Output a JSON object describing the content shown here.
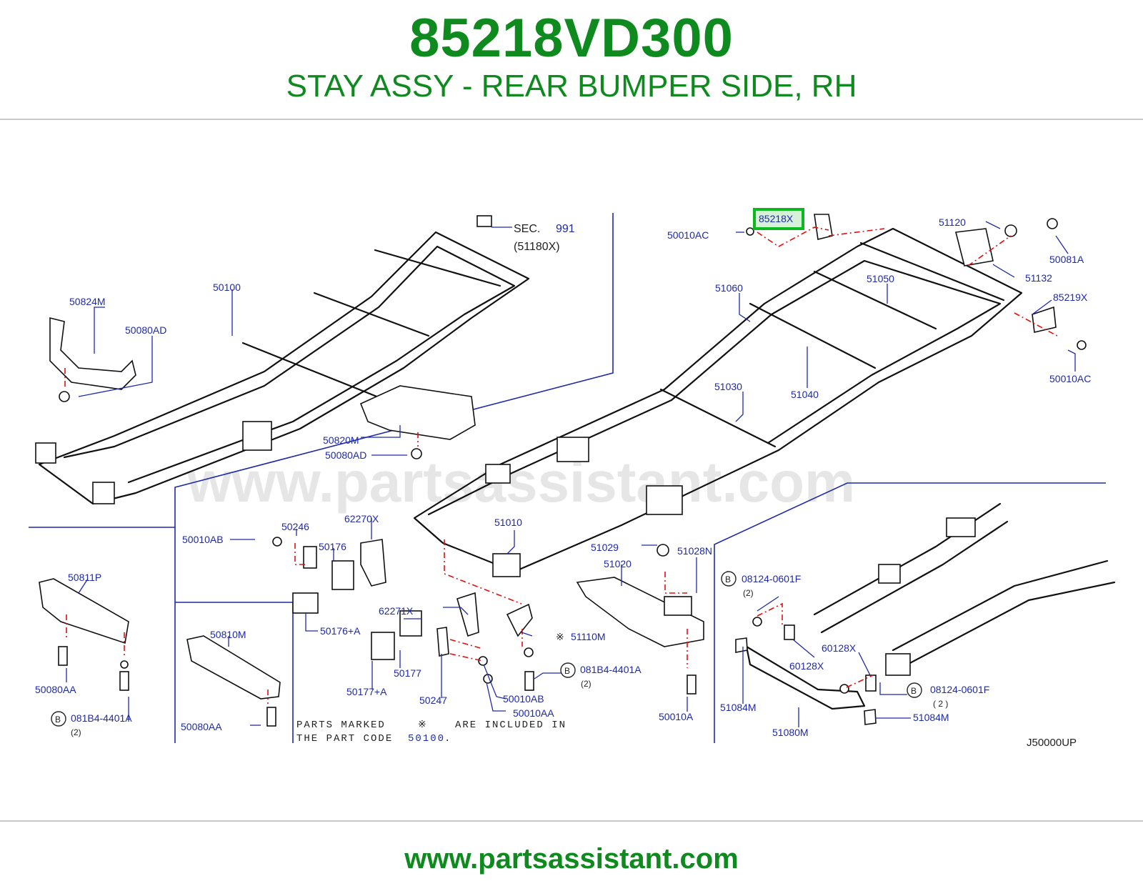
{
  "header": {
    "part_number": "85218VD300",
    "description": "STAY ASSY - REAR BUMPER SIDE, RH"
  },
  "diagram": {
    "watermark": "www.partsassistant.com",
    "highlighted_label": "85218X",
    "sec": {
      "prefix": "SEC.",
      "number": "991",
      "ref": "(51180X)"
    },
    "labels": {
      "l50824M": "50824M",
      "l50080AD_a": "50080AD",
      "l50100": "50100",
      "l50820M": "50820M",
      "l50080AD_b": "50080AD",
      "l50010AC_a": "50010AC",
      "l51120": "51120",
      "l50081A": "50081A",
      "l51132": "51132",
      "l51060": "51060",
      "l51050": "51050",
      "l85219X": "85219X",
      "l50010AC_b": "50010AC",
      "l51030": "51030",
      "l51040": "51040",
      "l51010": "51010",
      "l50010AB_a": "50010AB",
      "l50246": "50246",
      "l62270X": "62270X",
      "l50176": "50176",
      "l50811P": "50811P",
      "l50176A": "50176+A",
      "l62271X": "62271X",
      "l50177": "50177",
      "l50177A": "50177+A",
      "l50247": "50247",
      "l50010AB_b": "50010AB",
      "l50010AA": "50010AA",
      "l51110M": "51110M",
      "l081B4_a": "081B4-4401A",
      "l081B4_a_qty": "(2)",
      "l50810M": "50810M",
      "l50080AA_a": "50080AA",
      "l081B4_b": "081B4-4401A",
      "l081B4_b_qty": "(2)",
      "l50080AA_b": "50080AA",
      "l51029": "51029",
      "l51028N": "51028N",
      "l51020": "51020",
      "l50010A": "50010A",
      "l08124_a": "08124-0601F",
      "l08124_a_qty": "(2)",
      "l60128X_a": "60128X",
      "l60128X_b": "60128X",
      "l08124_b": "08124-0601F",
      "l08124_b_qty": "( 2 )",
      "l51084M_a": "51084M",
      "l51084M_b": "51084M",
      "l51080M": "51080M",
      "code": "J50000UP",
      "b_mark": "B"
    },
    "note": {
      "line1a": "PARTS MARKED",
      "mark": "※",
      "line1b": "ARE INCLUDED IN",
      "line2a": "THE PART CODE",
      "code": "50100",
      "line2b": "."
    }
  },
  "footer": {
    "url": "www.partsassistant.com"
  },
  "colors": {
    "brand_green": "#0f8a1e",
    "label_blue": "#1f2aa8",
    "highlight_green": "#0bb81e",
    "leader_red": "#e01010"
  }
}
